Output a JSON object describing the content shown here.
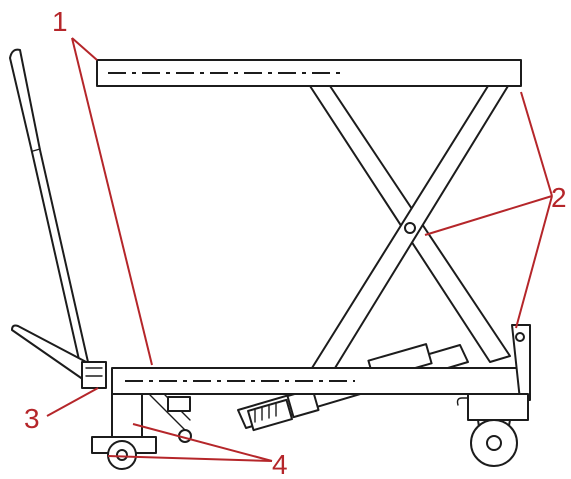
{
  "callouts": [
    {
      "id": "1",
      "label": "1"
    },
    {
      "id": "2",
      "label": "2"
    },
    {
      "id": "3",
      "label": "3"
    },
    {
      "id": "4",
      "label": "4"
    }
  ],
  "colors": {
    "callout": "#b5262a",
    "ink": "#1c1c1c",
    "background": "#ffffff"
  }
}
